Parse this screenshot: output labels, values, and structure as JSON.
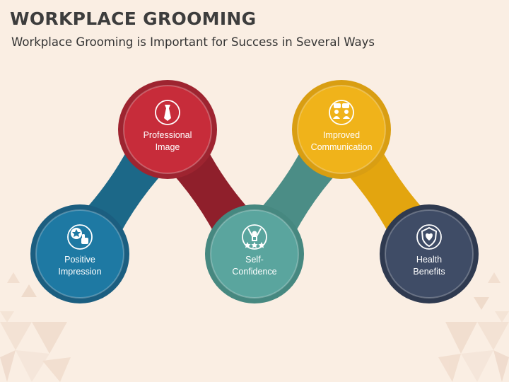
{
  "title": "WORKPLACE GROOMING",
  "subtitle": "Workplace Grooming is Important for Success in Several Ways",
  "nodes": [
    {
      "id": "positive-impression",
      "lines": [
        "Positive",
        "Impression"
      ],
      "icon": "star-thumbs-up-icon",
      "color": "#1e79a3",
      "ring": "#1b5e80"
    },
    {
      "id": "professional-image",
      "lines": [
        "Professional",
        "Image"
      ],
      "icon": "necktie-icon",
      "color": "#c72c3a",
      "ring": "#9e2430"
    },
    {
      "id": "self-confidence",
      "lines": [
        "Self-",
        "Confidence"
      ],
      "icon": "person-stars-icon",
      "color": "#5aa59e",
      "ring": "#468880"
    },
    {
      "id": "improved-communication",
      "lines": [
        "Improved",
        "Communication"
      ],
      "icon": "chat-people-icon",
      "color": "#f0b31a",
      "ring": "#d99e12"
    },
    {
      "id": "health-benefits",
      "lines": [
        "Health",
        "Benefits"
      ],
      "icon": "shield-heart-icon",
      "color": "#3f4c66",
      "ring": "#2f3a50"
    }
  ],
  "connectors": [
    {
      "from": "positive-impression",
      "to": "professional-image",
      "color": "#1c6888"
    },
    {
      "from": "professional-image",
      "to": "self-confidence",
      "color": "#8f1f2b"
    },
    {
      "from": "self-confidence",
      "to": "improved-communication",
      "color": "#4b8d86"
    },
    {
      "from": "improved-communication",
      "to": "health-benefits",
      "color": "#e3a50f"
    }
  ]
}
